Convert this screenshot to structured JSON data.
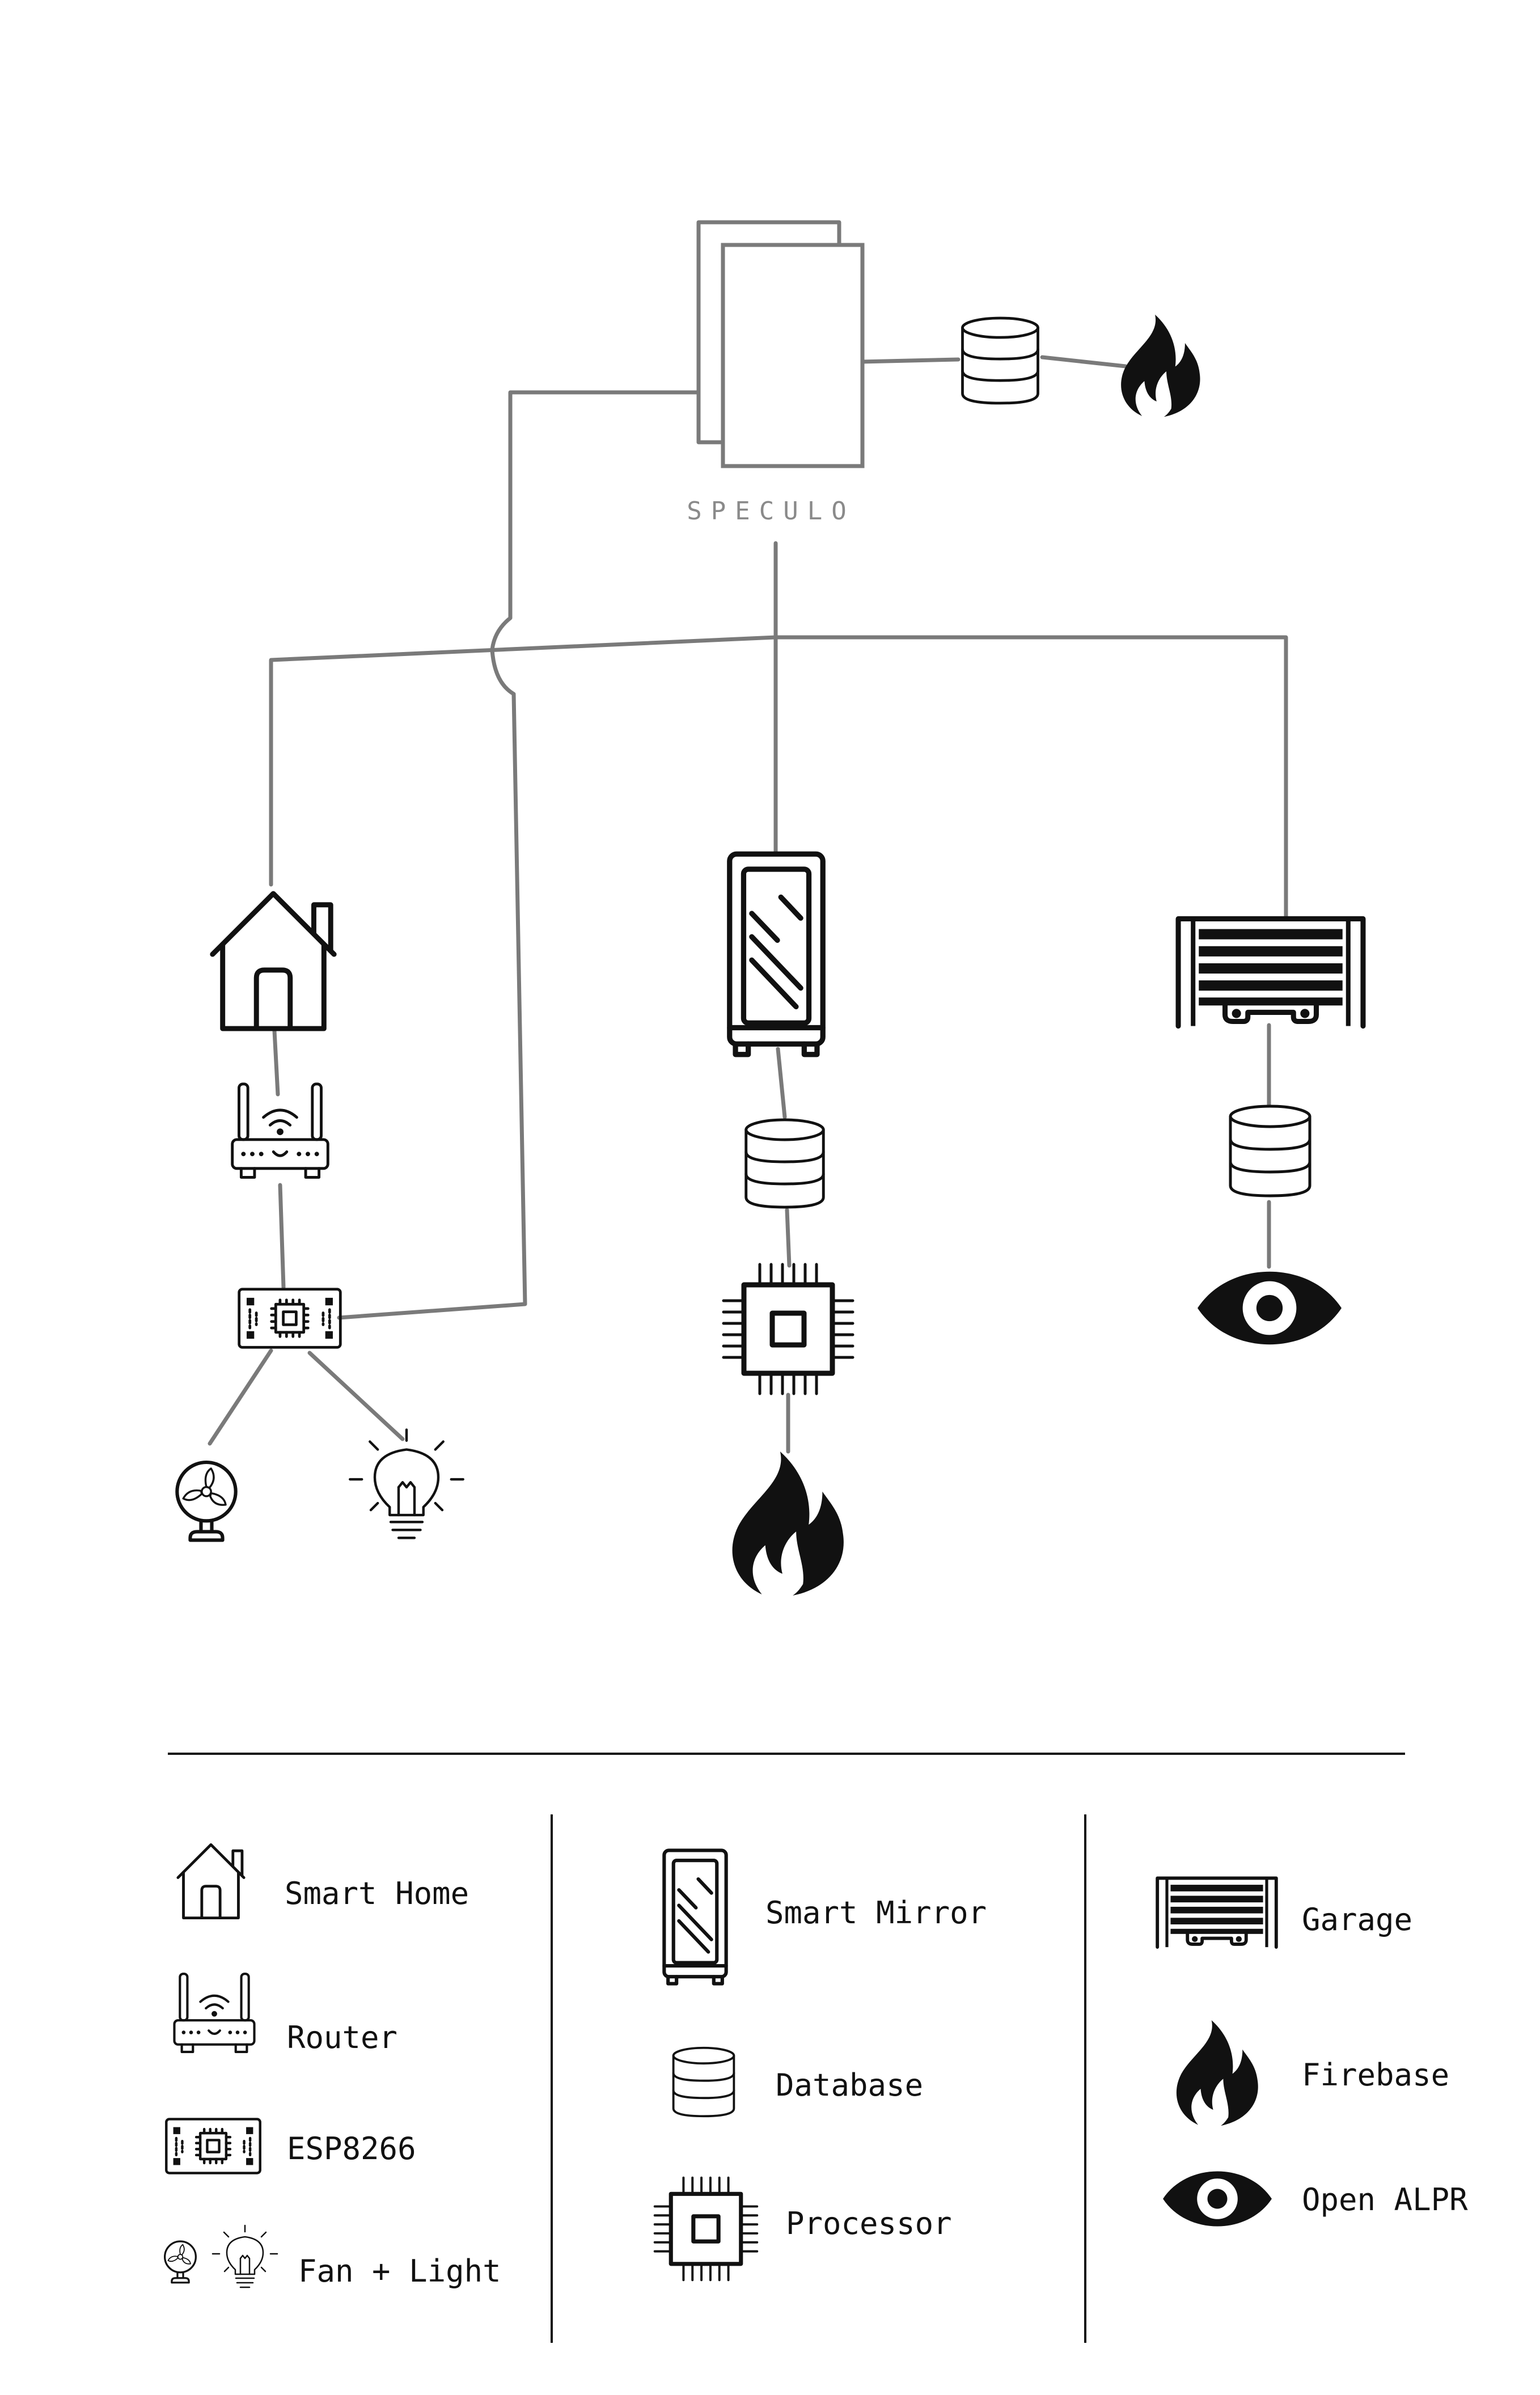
{
  "diagram": {
    "title": "SPECULO"
  },
  "legend": {
    "columns": [
      {
        "items": [
          {
            "icon": "house-icon",
            "label": "Smart Home"
          },
          {
            "icon": "router-icon",
            "label": "Router"
          },
          {
            "icon": "microcontroller-board-icon",
            "label": "ESP8266"
          },
          {
            "icon": "fan-light-icon",
            "label": "Fan + Light"
          }
        ]
      },
      {
        "items": [
          {
            "icon": "smart-mirror-icon",
            "label": "Smart Mirror"
          },
          {
            "icon": "database-icon",
            "label": "Database"
          },
          {
            "icon": "processor-icon",
            "label": "Processor"
          }
        ]
      },
      {
        "items": [
          {
            "icon": "garage-icon",
            "label": "Garage"
          },
          {
            "icon": "flame-icon",
            "label": "Firebase"
          },
          {
            "icon": "eye-icon",
            "label": "Open ALPR"
          }
        ]
      }
    ]
  }
}
